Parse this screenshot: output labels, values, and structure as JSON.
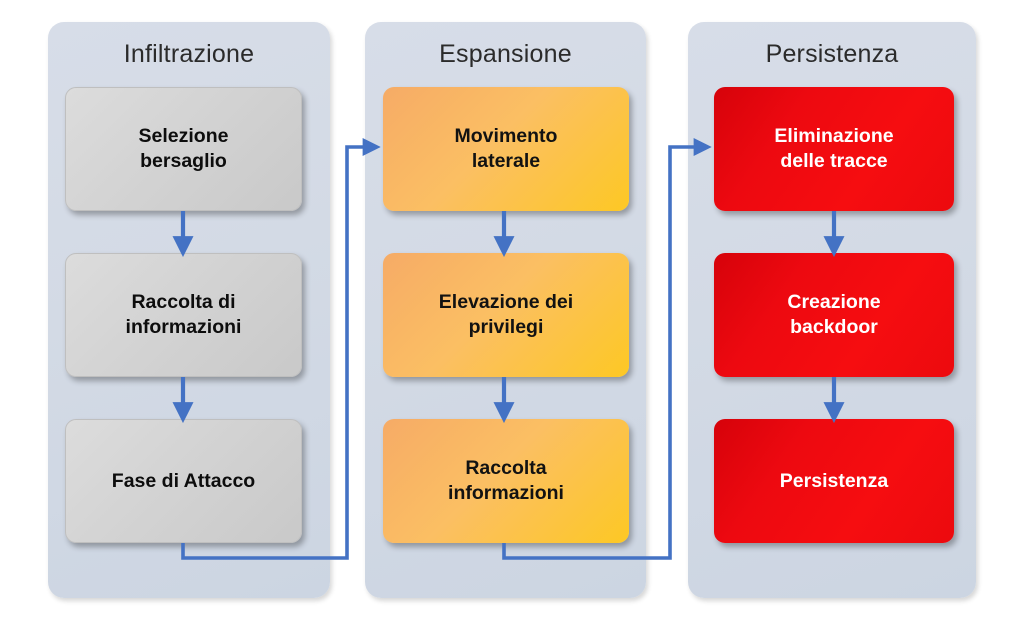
{
  "diagram": {
    "title_text": "",
    "colors": {
      "panel_bg": "#d4dbe6",
      "gray_box": "#d4d4d4",
      "orange_box": "#fbbf63",
      "red_box": "#ed0910",
      "arrow": "#4472c4",
      "panel_title_text": "#2b2b2b",
      "dark_text": "#0d0d0d",
      "light_text": "#ffffff"
    },
    "phases": [
      {
        "id": "infiltrazione",
        "title": "Infiltrazione",
        "style": "gray",
        "steps": [
          {
            "id": "selezione-bersaglio",
            "label": "Selezione\nbersaglio"
          },
          {
            "id": "raccolta-informazioni",
            "label": "Raccolta di\ninformazioni"
          },
          {
            "id": "fase-di-attacco",
            "label": "Fase di Attacco"
          }
        ]
      },
      {
        "id": "espansione",
        "title": "Espansione",
        "style": "orange",
        "steps": [
          {
            "id": "movimento-laterale",
            "label": "Movimento\nlaterale"
          },
          {
            "id": "elevazione-privilegi",
            "label": "Elevazione dei\nprivilegi"
          },
          {
            "id": "raccolta-informazioni-2",
            "label": "Raccolta\ninformazioni"
          }
        ]
      },
      {
        "id": "persistenza",
        "title": "Persistenza",
        "style": "red",
        "steps": [
          {
            "id": "eliminazione-tracce",
            "label": "Eliminazione\ndelle tracce"
          },
          {
            "id": "creazione-backdoor",
            "label": "Creazione\nbackdoor"
          },
          {
            "id": "persistenza-step",
            "label": "Persistenza"
          }
        ]
      }
    ],
    "connectors": [
      {
        "id": "arrow-selezione-to-raccolta",
        "kind": "vertical-down"
      },
      {
        "id": "arrow-raccolta-to-fase",
        "kind": "vertical-down"
      },
      {
        "id": "arrow-fase-to-movimento",
        "kind": "elbow-right"
      },
      {
        "id": "arrow-movimento-to-elevazione",
        "kind": "vertical-down"
      },
      {
        "id": "arrow-elevazione-to-raccolta2",
        "kind": "vertical-down"
      },
      {
        "id": "arrow-raccolta2-to-eliminazione",
        "kind": "elbow-right"
      },
      {
        "id": "arrow-eliminazione-to-creazione",
        "kind": "vertical-down"
      },
      {
        "id": "arrow-creazione-to-persistenza",
        "kind": "vertical-down"
      }
    ]
  }
}
